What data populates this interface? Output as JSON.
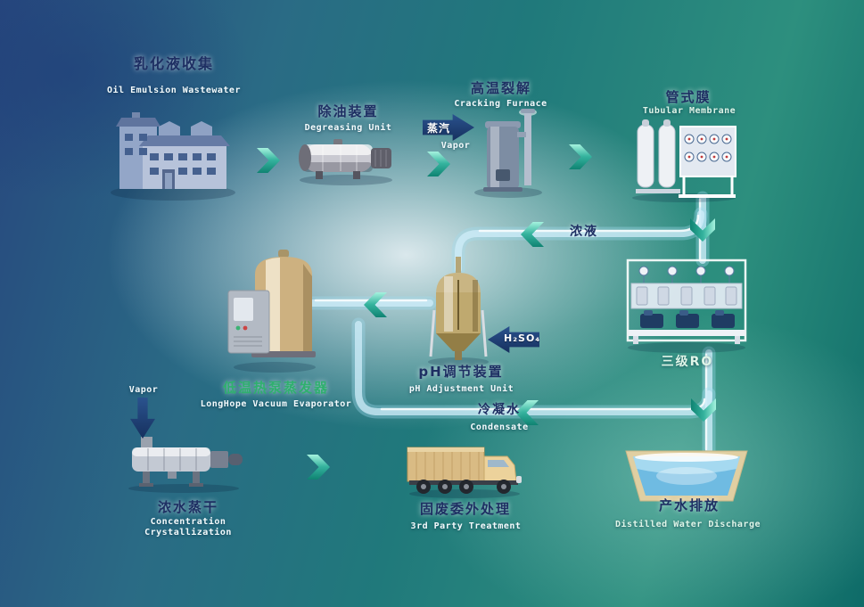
{
  "diagram": {
    "nodes": {
      "factory": {
        "zh": "乳化液收集",
        "en": "Oil Emulsion Wastewater"
      },
      "degreasing": {
        "zh": "除油装置",
        "en": "Degreasing Unit"
      },
      "cracking": {
        "zh": "高温裂解",
        "en": "Cracking Furnace"
      },
      "membrane": {
        "zh": "管式膜",
        "en": "Tubular Membrane"
      },
      "ro": {
        "zh": "三级RO"
      },
      "ph": {
        "zh": "pH调节装置",
        "en": "pH Adjustment Unit"
      },
      "evaporator": {
        "zh": "低温热泵蒸发器",
        "en": "LongHope Vacuum Evaporator"
      },
      "dryer": {
        "zh": "浓水蒸干",
        "en1": "Concentration",
        "en2": "Crystallization"
      },
      "truck": {
        "zh": "固废委外处理",
        "en": "3rd Party Treatment"
      },
      "discharge": {
        "zh": "产水排放",
        "en": "Distilled Water Discharge"
      }
    },
    "streams": {
      "steam_in": {
        "zh": "蒸汽",
        "en": "Vapor"
      },
      "concentrate": {
        "zh": "浓液"
      },
      "condensate": {
        "zh": "冷凝水",
        "en": "Condensate"
      },
      "acid": {
        "label": "H₂SO₄"
      },
      "vapor_out": {
        "en": "Vapor"
      }
    },
    "colors": {
      "chevron_teal": "#18907e",
      "arrow_navy": "#1c3e74",
      "pipe_blue": "#cdeaf6",
      "label_navy": "#1e2f63",
      "label_green": "#2fb06e",
      "bg_left": "#27477e",
      "bg_right": "#0e6b68"
    }
  }
}
